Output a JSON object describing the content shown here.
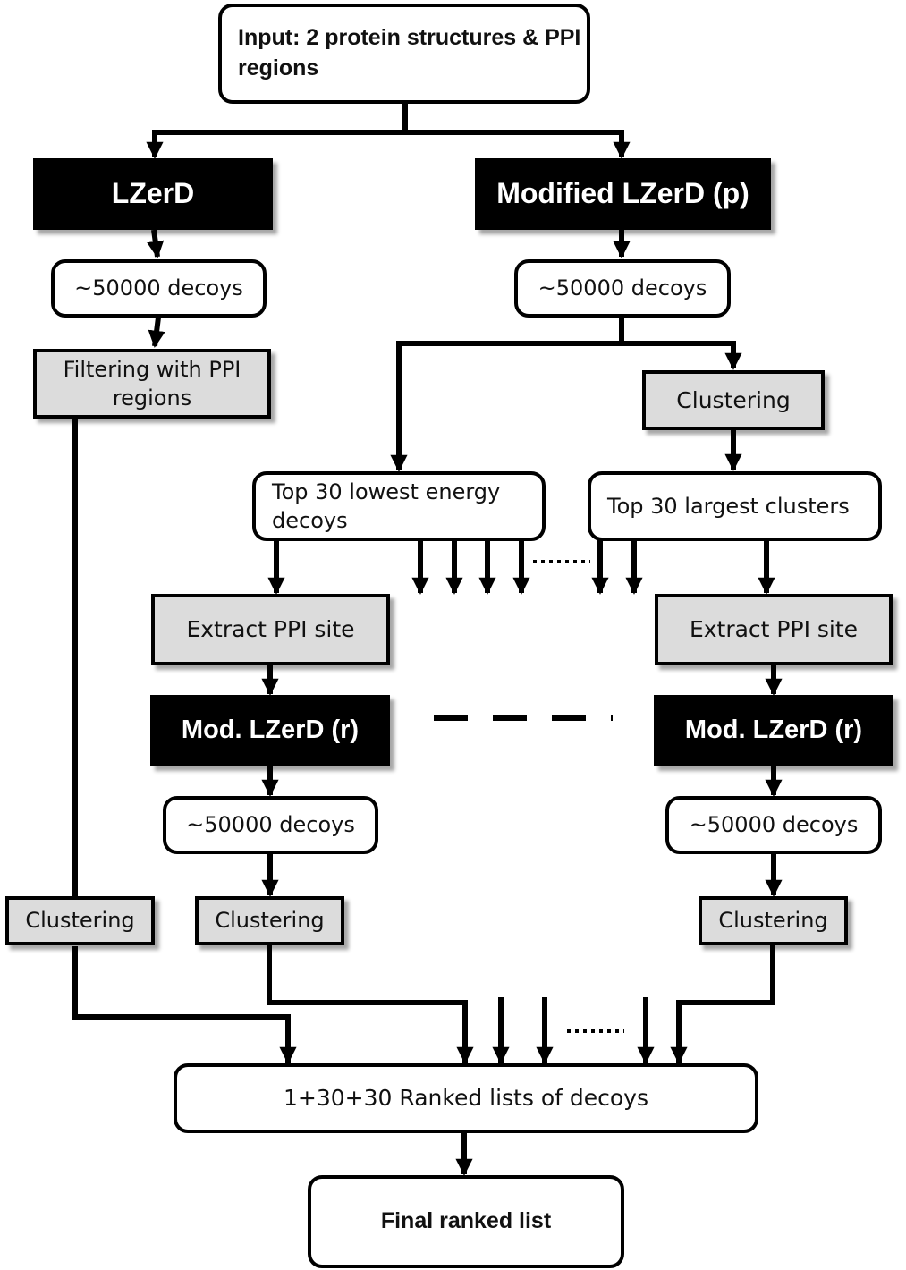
{
  "nodes": {
    "input": "Input: 2 protein structures & PPI regions",
    "lzerd": "LZerD",
    "modified_lzerd_p": "Modified LZerD (p)",
    "decoys_left": "~50000 decoys",
    "decoys_right": "~50000 decoys",
    "filtering": "Filtering with PPI regions",
    "clustering_top": "Clustering",
    "top_lowest_energy": "Top 30 lowest energy decoys",
    "top_largest_clusters": "Top 30 largest clusters",
    "extract_left": "Extract PPI site",
    "extract_right": "Extract PPI site",
    "mod_lzerd_r_left": "Mod. LZerD (r)",
    "mod_lzerd_r_right": "Mod. LZerD (r)",
    "decoys_mid_left": "~50000 decoys",
    "decoys_mid_right": "~50000 decoys",
    "clustering_far_left": "Clustering",
    "clustering_mid_left": "Clustering",
    "clustering_right": "Clustering",
    "ranked_lists": "1+30+30 Ranked lists of decoys",
    "final_ranked": "Final ranked list"
  }
}
